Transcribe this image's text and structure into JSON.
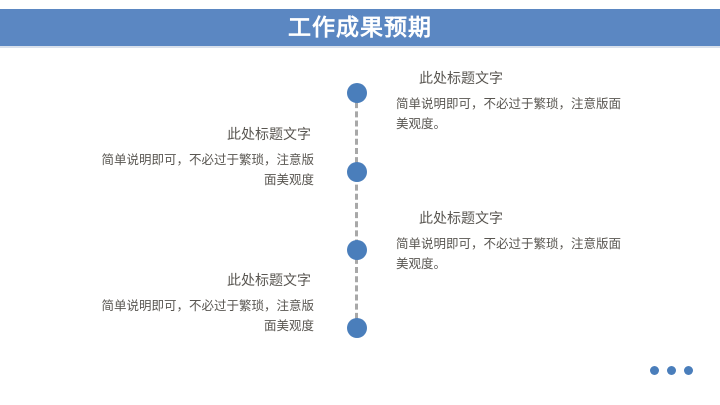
{
  "slide": {
    "title": "工作成果预期",
    "background_color": "#ffffff",
    "accent_color": "#4a7ebb",
    "title_band_color": "#5b87c2",
    "title_text_color": "#ffffff",
    "body_text_color": "#595651",
    "dash_line_color": "#a8a8a8"
  },
  "timeline": {
    "node_count": 4,
    "nodes": [
      {
        "label": "timeline-node-1"
      },
      {
        "label": "timeline-node-2"
      },
      {
        "label": "timeline-node-3"
      },
      {
        "label": "timeline-node-4"
      }
    ]
  },
  "blocks": {
    "right_top": {
      "title": "此处标题文字",
      "body": "简单说明即可，不必过于繁琐，注意版面美观度。"
    },
    "right_bottom": {
      "title": "此处标题文字",
      "body": "简单说明即可，不必过于繁琐，注意版面美观度。"
    },
    "left_top": {
      "title": "此处标题文字",
      "body": "简单说明即可，不必过于繁琐，注意版面美观度"
    },
    "left_bottom": {
      "title": "此处标题文字",
      "body": "简单说明即可，不必过于繁琐，注意版面美观度"
    }
  },
  "decoration": {
    "dots": [
      {
        "name": "deco-dot-1"
      },
      {
        "name": "deco-dot-2"
      },
      {
        "name": "deco-dot-3"
      }
    ]
  }
}
